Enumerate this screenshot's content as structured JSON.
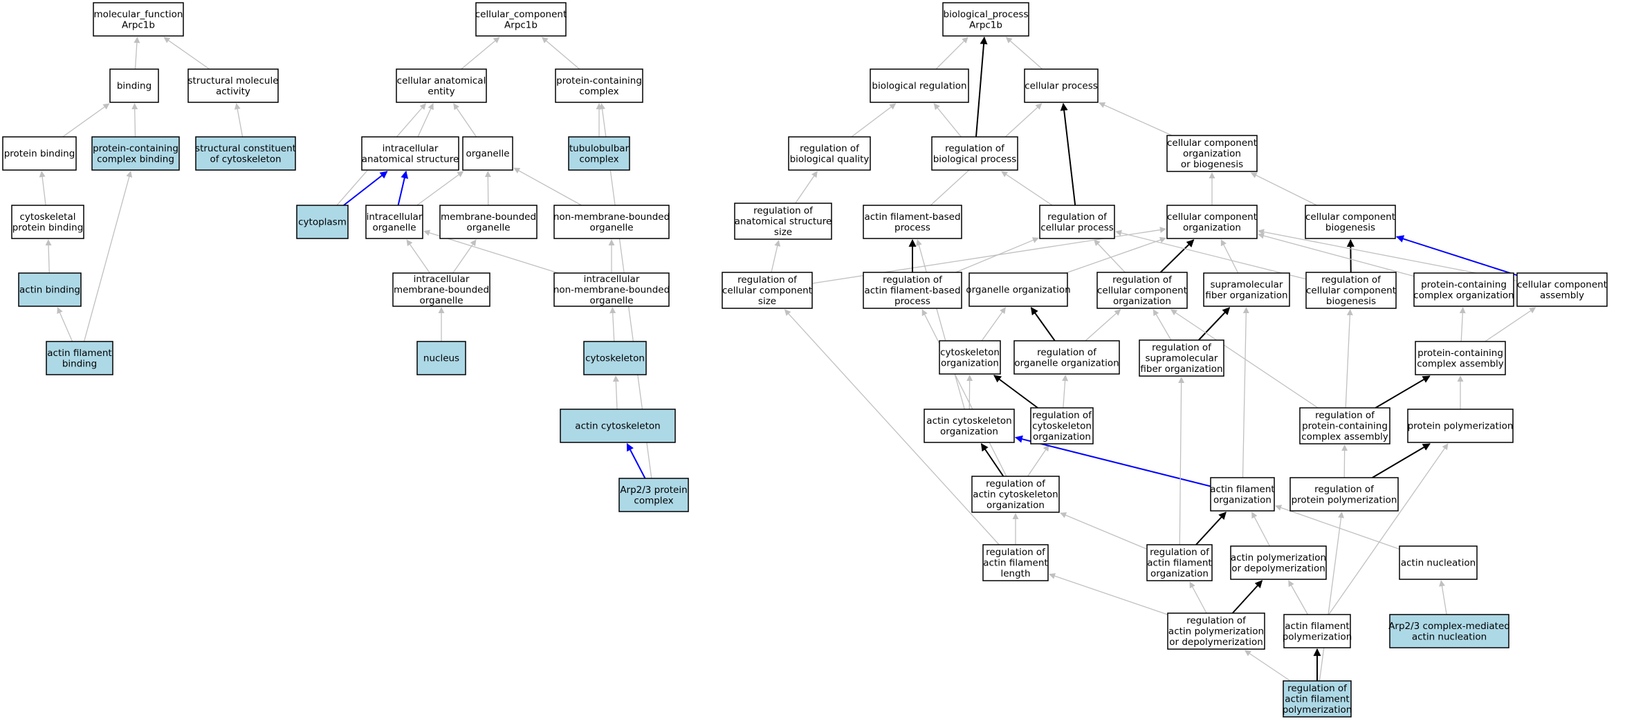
{
  "colors": {
    "highlight": "#add8e6",
    "plain": "#ffffff",
    "edge_grey": "#c0c0c0",
    "edge_black": "#000000",
    "edge_blue": "#0000ff"
  },
  "nodes": [
    {
      "id": "mf_root",
      "lines": [
        "molecular_function",
        "Arpc1b"
      ],
      "hl": false
    },
    {
      "id": "binding",
      "lines": [
        "binding"
      ],
      "hl": false
    },
    {
      "id": "struct_mol",
      "lines": [
        "structural molecule",
        "activity"
      ],
      "hl": false
    },
    {
      "id": "protein_binding",
      "lines": [
        "protein binding"
      ],
      "hl": false
    },
    {
      "id": "pc_binding",
      "lines": [
        "protein-containing",
        "complex binding"
      ],
      "hl": true
    },
    {
      "id": "struct_cyto",
      "lines": [
        "structural constituent",
        "of cytoskeleton"
      ],
      "hl": true
    },
    {
      "id": "cyto_pb",
      "lines": [
        "cytoskeletal",
        "protein binding"
      ],
      "hl": false
    },
    {
      "id": "actin_binding",
      "lines": [
        "actin binding"
      ],
      "hl": true
    },
    {
      "id": "af_binding",
      "lines": [
        "actin filament",
        "binding"
      ],
      "hl": true
    },
    {
      "id": "cc_root",
      "lines": [
        "cellular_component",
        "Arpc1b"
      ],
      "hl": false
    },
    {
      "id": "cae",
      "lines": [
        "cellular anatomical",
        "entity"
      ],
      "hl": false
    },
    {
      "id": "pcc",
      "lines": [
        "protein-containing",
        "complex"
      ],
      "hl": false
    },
    {
      "id": "ias",
      "lines": [
        "intracellular",
        "anatomical structure"
      ],
      "hl": false
    },
    {
      "id": "organelle",
      "lines": [
        "organelle"
      ],
      "hl": false
    },
    {
      "id": "tubulo",
      "lines": [
        "tubulobulbar",
        "complex"
      ],
      "hl": true
    },
    {
      "id": "cytoplasm",
      "lines": [
        "cytoplasm"
      ],
      "hl": true
    },
    {
      "id": "io",
      "lines": [
        "intracellular",
        "organelle"
      ],
      "hl": false
    },
    {
      "id": "mbo",
      "lines": [
        "membrane-bounded",
        "organelle"
      ],
      "hl": false
    },
    {
      "id": "nmbo",
      "lines": [
        "non-membrane-bounded",
        "organelle"
      ],
      "hl": false
    },
    {
      "id": "imbo",
      "lines": [
        "intracellular",
        "membrane-bounded",
        "organelle"
      ],
      "hl": false
    },
    {
      "id": "inmbo",
      "lines": [
        "intracellular",
        "non-membrane-bounded",
        "organelle"
      ],
      "hl": false
    },
    {
      "id": "nucleus",
      "lines": [
        "nucleus"
      ],
      "hl": true
    },
    {
      "id": "cytoskeleton",
      "lines": [
        "cytoskeleton"
      ],
      "hl": true
    },
    {
      "id": "actin_cytoskeleton",
      "lines": [
        "actin cytoskeleton"
      ],
      "hl": true
    },
    {
      "id": "arp23",
      "lines": [
        "Arp2/3 protein",
        "complex"
      ],
      "hl": true
    },
    {
      "id": "bp_root",
      "lines": [
        "biological_process",
        "Arpc1b"
      ],
      "hl": false
    },
    {
      "id": "bio_reg",
      "lines": [
        "biological regulation"
      ],
      "hl": false
    },
    {
      "id": "cell_proc",
      "lines": [
        "cellular process"
      ],
      "hl": false
    },
    {
      "id": "reg_bq",
      "lines": [
        "regulation of",
        "biological quality"
      ],
      "hl": false
    },
    {
      "id": "reg_bp",
      "lines": [
        "regulation of",
        "biological process"
      ],
      "hl": false
    },
    {
      "id": "ccob",
      "lines": [
        "cellular component",
        "organization",
        "or biogenesis"
      ],
      "hl": false
    },
    {
      "id": "reg_ass",
      "lines": [
        "regulation of",
        "anatomical structure",
        "size"
      ],
      "hl": false
    },
    {
      "id": "afbp",
      "lines": [
        "actin filament-based",
        "process"
      ],
      "hl": false
    },
    {
      "id": "reg_cp",
      "lines": [
        "regulation of",
        "cellular process"
      ],
      "hl": false
    },
    {
      "id": "cco",
      "lines": [
        "cellular component",
        "organization"
      ],
      "hl": false
    },
    {
      "id": "ccb",
      "lines": [
        "cellular component",
        "biogenesis"
      ],
      "hl": false
    },
    {
      "id": "reg_ccs",
      "lines": [
        "regulation of",
        "cellular component",
        "size"
      ],
      "hl": false
    },
    {
      "id": "reg_afbp",
      "lines": [
        "regulation of",
        "actin filament-based",
        "process"
      ],
      "hl": false
    },
    {
      "id": "org_org",
      "lines": [
        "organelle organization"
      ],
      "hl": false
    },
    {
      "id": "reg_cco",
      "lines": [
        "regulation of",
        "cellular component",
        "organization"
      ],
      "hl": false
    },
    {
      "id": "sfo",
      "lines": [
        "supramolecular",
        "fiber organization"
      ],
      "hl": false
    },
    {
      "id": "reg_ccb",
      "lines": [
        "regulation of",
        "cellular component",
        "biogenesis"
      ],
      "hl": false
    },
    {
      "id": "pco",
      "lines": [
        "protein-containing",
        "complex organization"
      ],
      "hl": false
    },
    {
      "id": "cca",
      "lines": [
        "cellular component",
        "assembly"
      ],
      "hl": false
    },
    {
      "id": "cyto_org",
      "lines": [
        "cytoskeleton",
        "organization"
      ],
      "hl": false
    },
    {
      "id": "reg_oo",
      "lines": [
        "regulation of",
        "organelle organization"
      ],
      "hl": false
    },
    {
      "id": "reg_sfo",
      "lines": [
        "regulation of",
        "supramolecular",
        "fiber organization"
      ],
      "hl": false
    },
    {
      "id": "pca",
      "lines": [
        "protein-containing",
        "complex assembly"
      ],
      "hl": false
    },
    {
      "id": "aco",
      "lines": [
        "actin cytoskeleton",
        "organization"
      ],
      "hl": false
    },
    {
      "id": "reg_co",
      "lines": [
        "regulation of",
        "cytoskeleton",
        "organization"
      ],
      "hl": false
    },
    {
      "id": "reg_pca",
      "lines": [
        "regulation of",
        "protein-containing",
        "complex assembly"
      ],
      "hl": false
    },
    {
      "id": "prot_poly",
      "lines": [
        "protein polymerization"
      ],
      "hl": false
    },
    {
      "id": "reg_aco",
      "lines": [
        "regulation of",
        "actin cytoskeleton",
        "organization"
      ],
      "hl": false
    },
    {
      "id": "afo",
      "lines": [
        "actin filament",
        "organization"
      ],
      "hl": false
    },
    {
      "id": "reg_pp",
      "lines": [
        "regulation of",
        "protein polymerization"
      ],
      "hl": false
    },
    {
      "id": "reg_afl",
      "lines": [
        "regulation of",
        "actin filament",
        "length"
      ],
      "hl": false
    },
    {
      "id": "reg_afo",
      "lines": [
        "regulation of",
        "actin filament",
        "organization"
      ],
      "hl": false
    },
    {
      "id": "apd",
      "lines": [
        "actin polymerization",
        "or depolymerization"
      ],
      "hl": false
    },
    {
      "id": "actin_nuc",
      "lines": [
        "actin nucleation"
      ],
      "hl": false
    },
    {
      "id": "reg_apd",
      "lines": [
        "regulation of",
        "actin polymerization",
        "or depolymerization"
      ],
      "hl": false
    },
    {
      "id": "af_poly",
      "lines": [
        "actin filament",
        "polymerization"
      ],
      "hl": false
    },
    {
      "id": "arp_nuc",
      "lines": [
        "Arp2/3 complex-mediated",
        "actin nucleation"
      ],
      "hl": true
    },
    {
      "id": "reg_afp",
      "lines": [
        "regulation of",
        "actin filament",
        "polymerization"
      ],
      "hl": true
    }
  ],
  "edges": [
    [
      "binding",
      "mf_root",
      "grey"
    ],
    [
      "struct_mol",
      "mf_root",
      "grey"
    ],
    [
      "protein_binding",
      "binding",
      "grey"
    ],
    [
      "pc_binding",
      "binding",
      "grey"
    ],
    [
      "struct_cyto",
      "struct_mol",
      "grey"
    ],
    [
      "cyto_pb",
      "protein_binding",
      "grey"
    ],
    [
      "actin_binding",
      "cyto_pb",
      "grey"
    ],
    [
      "af_binding",
      "actin_binding",
      "grey"
    ],
    [
      "af_binding",
      "pc_binding",
      "grey"
    ],
    [
      "cae",
      "cc_root",
      "grey"
    ],
    [
      "pcc",
      "cc_root",
      "grey"
    ],
    [
      "ias",
      "cae",
      "grey"
    ],
    [
      "organelle",
      "cae",
      "grey"
    ],
    [
      "cytoplasm",
      "cae",
      "grey"
    ],
    [
      "tubulo",
      "pcc",
      "grey"
    ],
    [
      "arp23",
      "pcc",
      "grey"
    ],
    [
      "cytoplasm",
      "ias",
      "blue"
    ],
    [
      "io",
      "ias",
      "blue"
    ],
    [
      "io",
      "organelle",
      "grey"
    ],
    [
      "mbo",
      "organelle",
      "grey"
    ],
    [
      "nmbo",
      "organelle",
      "grey"
    ],
    [
      "imbo",
      "io",
      "grey"
    ],
    [
      "imbo",
      "mbo",
      "grey"
    ],
    [
      "inmbo",
      "io",
      "grey"
    ],
    [
      "inmbo",
      "nmbo",
      "grey"
    ],
    [
      "nucleus",
      "imbo",
      "grey"
    ],
    [
      "cytoskeleton",
      "inmbo",
      "grey"
    ],
    [
      "actin_cytoskeleton",
      "cytoskeleton",
      "grey"
    ],
    [
      "arp23",
      "actin_cytoskeleton",
      "blue"
    ],
    [
      "bio_reg",
      "bp_root",
      "grey"
    ],
    [
      "cell_proc",
      "bp_root",
      "grey"
    ],
    [
      "reg_bp",
      "bp_root",
      "black"
    ],
    [
      "reg_bq",
      "bio_reg",
      "grey"
    ],
    [
      "reg_bp",
      "bio_reg",
      "grey"
    ],
    [
      "ccob",
      "cell_proc",
      "grey"
    ],
    [
      "afbp",
      "cell_proc",
      "grey"
    ],
    [
      "reg_cp",
      "cell_proc",
      "black"
    ],
    [
      "reg_ass",
      "reg_bq",
      "grey"
    ],
    [
      "reg_cp",
      "reg_bp",
      "grey"
    ],
    [
      "cco",
      "ccob",
      "grey"
    ],
    [
      "ccb",
      "ccob",
      "grey"
    ],
    [
      "reg_ccs",
      "reg_ass",
      "grey"
    ],
    [
      "reg_ccs",
      "cco",
      "grey"
    ],
    [
      "reg_afbp",
      "afbp",
      "black"
    ],
    [
      "reg_afbp",
      "reg_cp",
      "grey"
    ],
    [
      "org_org",
      "cco",
      "grey"
    ],
    [
      "reg_cco",
      "cco",
      "black"
    ],
    [
      "reg_cco",
      "reg_cp",
      "grey"
    ],
    [
      "sfo",
      "cco",
      "grey"
    ],
    [
      "reg_ccb",
      "ccb",
      "black"
    ],
    [
      "reg_ccb",
      "reg_cp",
      "grey"
    ],
    [
      "pco",
      "cco",
      "grey"
    ],
    [
      "cca",
      "cco",
      "grey"
    ],
    [
      "cca",
      "ccb",
      "blue"
    ],
    [
      "cyto_org",
      "org_org",
      "grey"
    ],
    [
      "reg_oo",
      "org_org",
      "black"
    ],
    [
      "reg_oo",
      "reg_cco",
      "grey"
    ],
    [
      "reg_sfo",
      "sfo",
      "black"
    ],
    [
      "reg_sfo",
      "reg_cco",
      "grey"
    ],
    [
      "pca",
      "pco",
      "grey"
    ],
    [
      "pca",
      "cca",
      "grey"
    ],
    [
      "aco",
      "cyto_org",
      "grey"
    ],
    [
      "aco",
      "afbp",
      "grey"
    ],
    [
      "reg_co",
      "cyto_org",
      "black"
    ],
    [
      "reg_co",
      "reg_oo",
      "grey"
    ],
    [
      "reg_pca",
      "pca",
      "black"
    ],
    [
      "reg_pca",
      "reg_ccb",
      "grey"
    ],
    [
      "reg_pca",
      "reg_cco",
      "grey"
    ],
    [
      "prot_poly",
      "pca",
      "grey"
    ],
    [
      "reg_aco",
      "aco",
      "black"
    ],
    [
      "reg_aco",
      "reg_co",
      "grey"
    ],
    [
      "reg_aco",
      "reg_afbp",
      "grey"
    ],
    [
      "afo",
      "aco",
      "blue"
    ],
    [
      "afo",
      "sfo",
      "grey"
    ],
    [
      "reg_pp",
      "prot_poly",
      "black"
    ],
    [
      "reg_pp",
      "reg_pca",
      "grey"
    ],
    [
      "reg_afl",
      "reg_aco",
      "grey"
    ],
    [
      "reg_afl",
      "reg_ccs",
      "grey"
    ],
    [
      "reg_afo",
      "afo",
      "black"
    ],
    [
      "reg_afo",
      "reg_aco",
      "grey"
    ],
    [
      "reg_afo",
      "reg_sfo",
      "grey"
    ],
    [
      "apd",
      "afo",
      "grey"
    ],
    [
      "actin_nuc",
      "afo",
      "grey"
    ],
    [
      "reg_apd",
      "apd",
      "black"
    ],
    [
      "reg_apd",
      "reg_afl",
      "grey"
    ],
    [
      "reg_apd",
      "reg_afo",
      "grey"
    ],
    [
      "af_poly",
      "apd",
      "grey"
    ],
    [
      "af_poly",
      "prot_poly",
      "grey"
    ],
    [
      "arp_nuc",
      "actin_nuc",
      "grey"
    ],
    [
      "reg_afp",
      "af_poly",
      "black"
    ],
    [
      "reg_afp",
      "reg_apd",
      "grey"
    ],
    [
      "reg_afp",
      "reg_pp",
      "grey"
    ]
  ]
}
